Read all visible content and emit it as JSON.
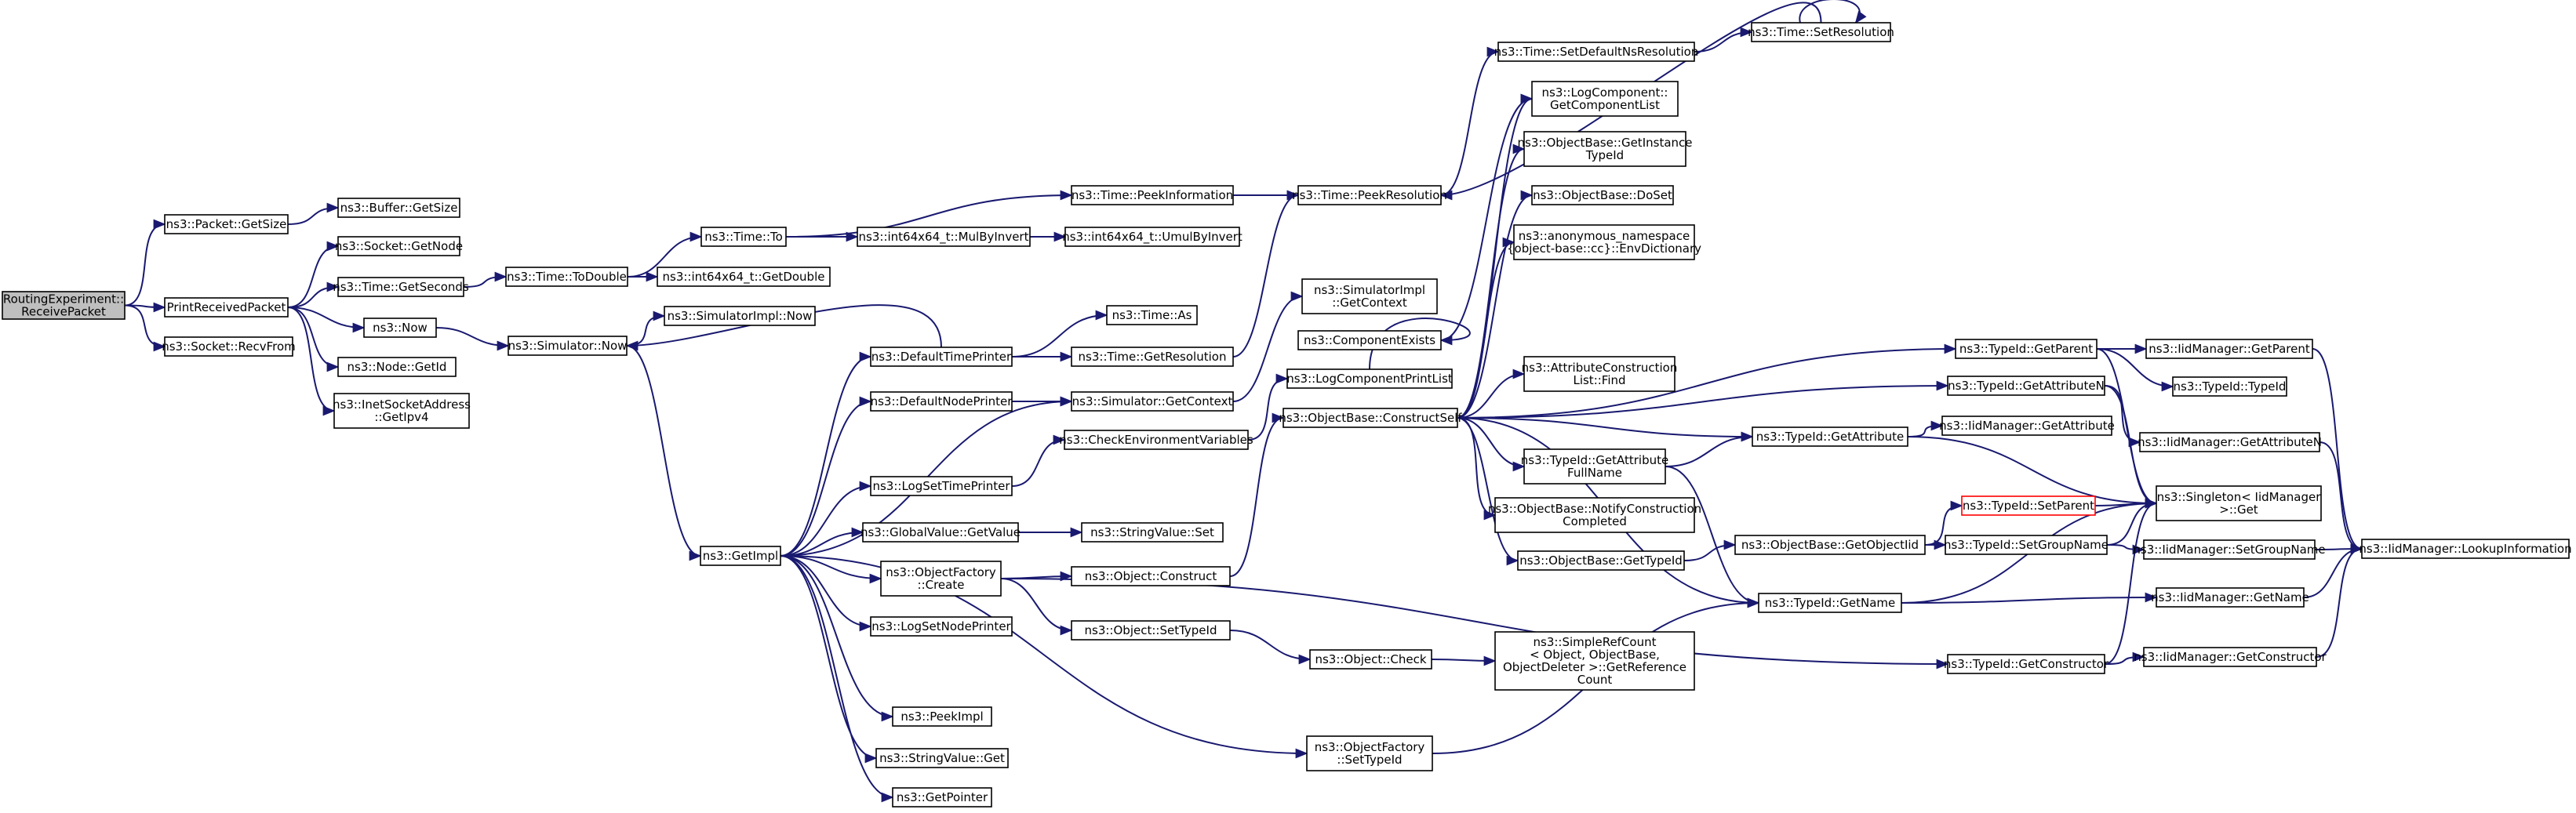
{
  "colors": {
    "edge": "#191970",
    "node_border": "#000000",
    "root_fill": "#bfbfbf",
    "highlight_border": "#ff0000"
  },
  "nodes": {
    "routing_receive": [
      "RoutingExperiment::",
      "ReceivePacket"
    ],
    "packet_getsize": [
      "ns3::Packet::GetSize"
    ],
    "print_received": [
      "PrintReceivedPacket"
    ],
    "socket_recvfrom": [
      "ns3::Socket::RecvFrom"
    ],
    "buffer_getsize": [
      "ns3::Buffer::GetSize"
    ],
    "socket_getnode": [
      "ns3::Socket::GetNode"
    ],
    "time_getseconds": [
      "ns3::Time::GetSeconds"
    ],
    "now": [
      "ns3::Now"
    ],
    "node_getid": [
      "ns3::Node::GetId"
    ],
    "inetsocket_getipv4": [
      "ns3::InetSocketAddress",
      "::GetIpv4"
    ],
    "time_todouble": [
      "ns3::Time::ToDouble"
    ],
    "time_to": [
      "ns3::Time::To"
    ],
    "int64_getdouble": [
      "ns3::int64x64_t::GetDouble"
    ],
    "simulator_now": [
      "ns3::Simulator::Now"
    ],
    "simimpl_now": [
      "ns3::SimulatorImpl::Now"
    ],
    "time_peekinfo": [
      "ns3::Time::PeekInformation"
    ],
    "int64_mulbyinvert": [
      "ns3::int64x64_t::MulByInvert"
    ],
    "int64_umulbyinvert": [
      "ns3::int64x64_t::UmulByInvert"
    ],
    "time_as": [
      "ns3::Time::As"
    ],
    "time_getresolution": [
      "ns3::Time::GetResolution"
    ],
    "defaulttimeprinter": [
      "ns3::DefaultTimePrinter"
    ],
    "defaultnodeprinter": [
      "ns3::DefaultNodePrinter"
    ],
    "simulator_getcontext": [
      "ns3::Simulator::GetContext"
    ],
    "getimpl": [
      "ns3::GetImpl"
    ],
    "logsettimeprinter": [
      "ns3::LogSetTimePrinter"
    ],
    "checkenv": [
      "ns3::CheckEnvironmentVariables"
    ],
    "globalvalue_getvalue": [
      "ns3::GlobalValue::GetValue"
    ],
    "stringvalue_set": [
      "ns3::StringValue::Set"
    ],
    "objectfactory_create": [
      "ns3::ObjectFactory",
      "::Create"
    ],
    "object_construct": [
      "ns3::Object::Construct"
    ],
    "logsetnodeprinter": [
      "ns3::LogSetNodePrinter"
    ],
    "object_settypeid": [
      "ns3::Object::SetTypeId"
    ],
    "object_check": [
      "ns3::Object::Check"
    ],
    "peekimpl": [
      "ns3::PeekImpl"
    ],
    "stringvalue_get": [
      "ns3::StringValue::Get"
    ],
    "getpointer": [
      "ns3::GetPointer"
    ],
    "objectfactory_settypeid": [
      "ns3::ObjectFactory",
      "::SetTypeId"
    ],
    "simimpl_getcontext": [
      "ns3::SimulatorImpl",
      "::GetContext"
    ],
    "componentexists": [
      "ns3::ComponentExists"
    ],
    "logcomponentprintlist": [
      "ns3::LogComponentPrintList"
    ],
    "objectbase_constructself": [
      "ns3::ObjectBase::ConstructSelf"
    ],
    "time_peekresolution": [
      "ns3::Time::PeekResolution"
    ],
    "time_setdefaultns": [
      "ns3::Time::SetDefaultNsResolution"
    ],
    "time_setresolution": [
      "ns3::Time::SetResolution"
    ],
    "logcomponent_getlist": [
      "ns3::LogComponent::",
      "GetComponentList"
    ],
    "objectbase_getinstancetypeid": [
      "ns3::ObjectBase::GetInstance",
      "TypeId"
    ],
    "objectbase_doset": [
      "ns3::ObjectBase::DoSet"
    ],
    "anon_envdictionary": [
      "ns3::anonymous_namespace",
      "{object-base::cc}::EnvDictionary"
    ],
    "attrconstructionlist_find": [
      "ns3::AttributeConstruction",
      "List::Find"
    ],
    "typeid_getattrfullname": [
      "ns3::TypeId::GetAttribute",
      "FullName"
    ],
    "objectbase_notify": [
      "ns3::ObjectBase::NotifyConstruction",
      "Completed"
    ],
    "objectbase_gettypeid": [
      "ns3::ObjectBase::GetTypeId"
    ],
    "simplerefcount": [
      "ns3::SimpleRefCount",
      "< Object, ObjectBase,",
      "ObjectDeleter >::GetReference",
      "Count"
    ],
    "typeid_getparent": [
      "ns3::TypeId::GetParent"
    ],
    "typeid_getattributen": [
      "ns3::TypeId::GetAttributeN"
    ],
    "typeid_getattribute": [
      "ns3::TypeId::GetAttribute"
    ],
    "objectbase_getobjectiid": [
      "ns3::ObjectBase::GetObjectIid"
    ],
    "typeid_getname": [
      "ns3::TypeId::GetName"
    ],
    "typeid_getconstructor": [
      "ns3::TypeId::GetConstructor"
    ],
    "iid_getparent": [
      "ns3::IidManager::GetParent"
    ],
    "typeid_typeid": [
      "ns3::TypeId::TypeId"
    ],
    "iid_getattributen": [
      "ns3::IidManager::GetAttributeN"
    ],
    "iid_getattribute": [
      "ns3::IidManager::GetAttribute"
    ],
    "typeid_setparent": [
      "ns3::TypeId::SetParent"
    ],
    "singleton_get": [
      "ns3::Singleton< IidManager",
      ">::Get"
    ],
    "typeid_setgroupname": [
      "ns3::TypeId::SetGroupName"
    ],
    "iid_setgroupname": [
      "ns3::IidManager::SetGroupName"
    ],
    "iid_lookupinfo": [
      "ns3::IidManager::LookupInformation"
    ],
    "iid_getname": [
      "ns3::IidManager::GetName"
    ],
    "iid_getconstructor": [
      "ns3::IidManager::GetConstructor"
    ]
  }
}
